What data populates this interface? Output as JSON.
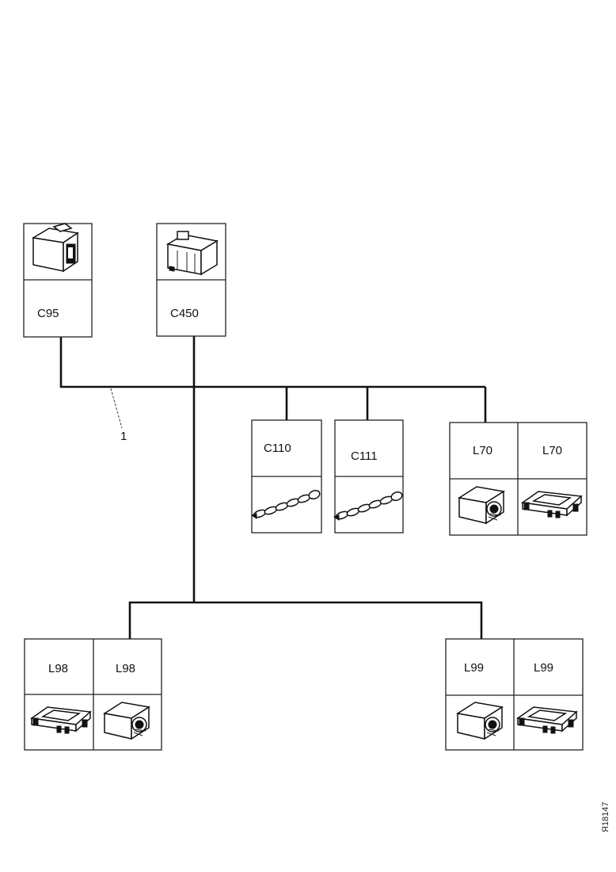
{
  "components": {
    "c95": "C95",
    "c450": "C450",
    "c110": "C110",
    "c111": "C111",
    "l70_a": "L70",
    "l70_b": "L70",
    "l98_a": "L98",
    "l98_b": "L98",
    "l99_a": "L99",
    "l99_b": "L99"
  },
  "callout": "1",
  "figure_code": "Я18147",
  "icons": {
    "c95": "connector-block-icon",
    "c450": "connector-housing-icon",
    "c110": "splice-chain-icon",
    "c111": "splice-chain-icon",
    "l70_a": "connector-cube-icon",
    "l70_b": "connector-flat-icon",
    "l98_a": "connector-flat-icon",
    "l98_b": "connector-cube-icon",
    "l99_a": "connector-cube-icon",
    "l99_b": "connector-flat-icon"
  }
}
